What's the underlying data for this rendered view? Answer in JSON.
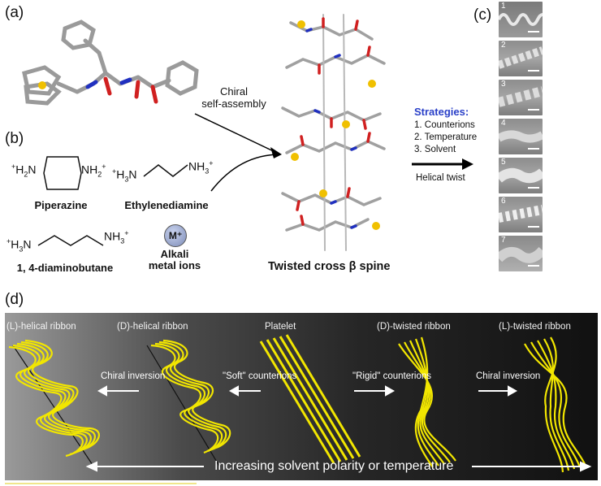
{
  "panels": {
    "a": "(a)",
    "b": "(b)",
    "c": "(c)",
    "d": "(d)"
  },
  "panel_a": {
    "arrow_label_line1": "Chiral",
    "arrow_label_line2": "self-assembly",
    "spine_label": "Twisted cross β spine"
  },
  "panel_b": {
    "molecules": [
      {
        "name": "Piperazine"
      },
      {
        "name": "Ethylenediamine"
      },
      {
        "name": "1, 4-diaminobutane"
      },
      {
        "name_line1": "Alkali",
        "name_line2": "metal ions",
        "symbol": "M⁺"
      }
    ]
  },
  "strategies": {
    "title": "Strategies:",
    "items": [
      "1. Counterions",
      "2. Temperature",
      "3. Solvent"
    ],
    "arrow_label": "Helical twist"
  },
  "panel_c": {
    "tiles": [
      "1",
      "2",
      "3",
      "4",
      "5",
      "6",
      "7"
    ]
  },
  "panel_d": {
    "structures": [
      "(L)-helical ribbon",
      "(D)-helical ribbon",
      "Platelet",
      "(D)-twisted ribbon",
      "(L)-twisted ribbon"
    ],
    "arrows": [
      "Chiral inversion",
      "\"Soft\" counterions",
      "\"Rigid\" counterions",
      "Chiral inversion"
    ],
    "bottom_axis": "Increasing solvent polarity or temperature"
  },
  "colors": {
    "ribbon": "#f2e600",
    "strategy_title": "#2a40c8",
    "sulfur_atom": "#f0c000",
    "nitrogen": "#2030c0",
    "oxygen": "#d02020"
  }
}
